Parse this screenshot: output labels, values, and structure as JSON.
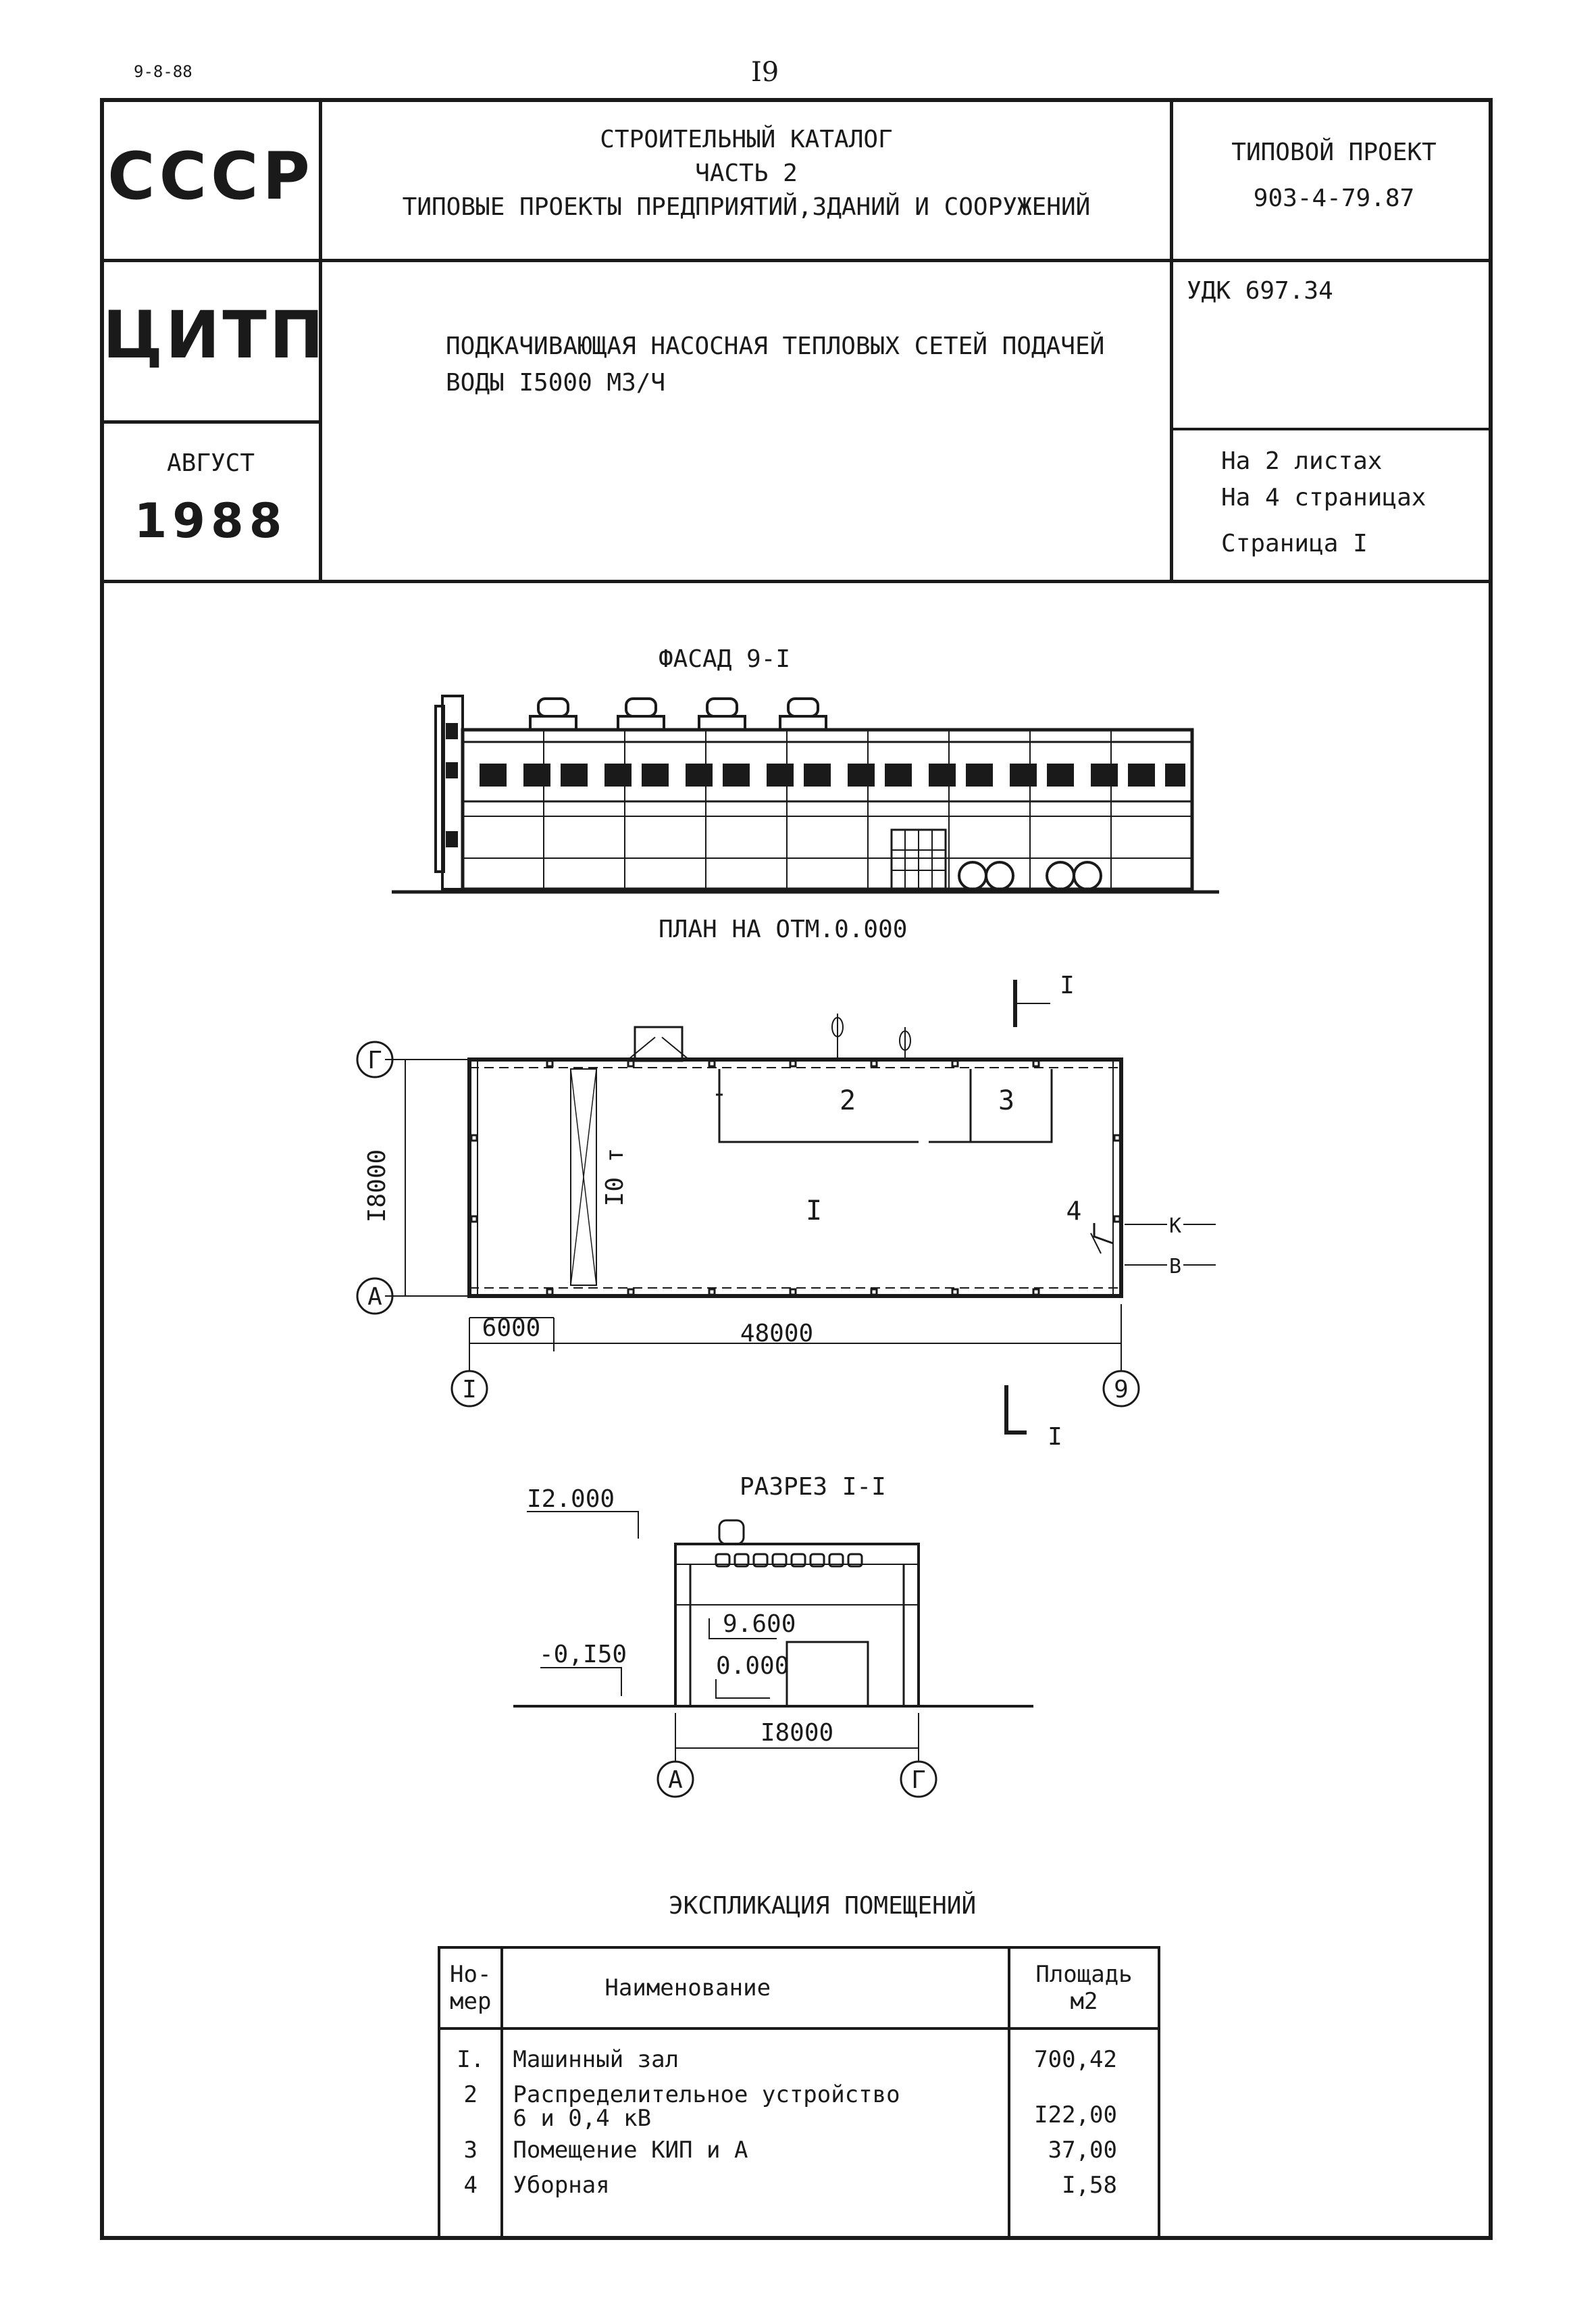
{
  "page": {
    "date": "9-8-88",
    "page_number": "I9"
  },
  "header": {
    "ussr": "СССР",
    "catalog_title": "СТРОИТЕЛЬНЫЙ КАТАЛОГ",
    "catalog_part": "ЧАСТЬ 2",
    "catalog_subtitle": "ТИПОВЫЕ ПРОЕКТЫ ПРЕДПРИЯТИЙ,ЗДАНИЙ И СООРУЖЕНИЙ",
    "project_label": "ТИПОВОЙ ПРОЕКТ",
    "project_code": "903-4-79.87",
    "citp": "ЦИТП",
    "title_line1": "ПОДКАЧИВАЮЩАЯ НАСОСНАЯ ТЕПЛОВЫХ СЕТЕЙ ПОДАЧЕЙ",
    "title_line2": "ВОДЫ I5000 М3/Ч",
    "udk": "УДК 697.34",
    "month": "АВГУСТ",
    "year": "1988",
    "sheets": "На 2 листах",
    "pages": "На 4 страницах",
    "current_page": "Страница I"
  },
  "facade": {
    "title": "ФАСАД 9-I"
  },
  "plan": {
    "title": "ПЛАН НА ОТМ.0.000",
    "axis_g": "Г",
    "axis_a": "А",
    "axis_1": "I",
    "axis_9": "9",
    "dim_height": "I8000",
    "dim_6000": "6000",
    "dim_48000": "48000",
    "crane": "I0 т",
    "room_1": "I",
    "room_2": "2",
    "room_3": "3",
    "room_4": "4",
    "label_k": "К",
    "label_v": "В",
    "label_t": "Т",
    "label_t2": "Т",
    "section_mark": "I",
    "section_mark2": "I"
  },
  "section": {
    "title": "РАЗРЕЗ I-I",
    "elev_top": "I2.000",
    "elev_mid": "9.600",
    "elev_ground": "-0,I50",
    "elev_zero": "0.000",
    "dim_width": "I8000",
    "axis_a": "А",
    "axis_g": "Г"
  },
  "explication": {
    "title": "ЭКСПЛИКАЦИЯ ПОМЕЩЕНИЙ",
    "col_num_1": "Но-",
    "col_num_2": "мер",
    "col_name": "Наименование",
    "col_area_1": "Площадь",
    "col_area_2": "м2",
    "rows": [
      {
        "num": "I.",
        "name": "Машинный зал",
        "area": "700,42"
      },
      {
        "num": "2",
        "name": "Распределительное устройство",
        "name2": "6 и 0,4 кВ",
        "area": "I22,00"
      },
      {
        "num": "3",
        "name": "Помещение КИП и А",
        "area": "37,00"
      },
      {
        "num": "4",
        "name": "Уборная",
        "area": "I,58"
      }
    ]
  }
}
